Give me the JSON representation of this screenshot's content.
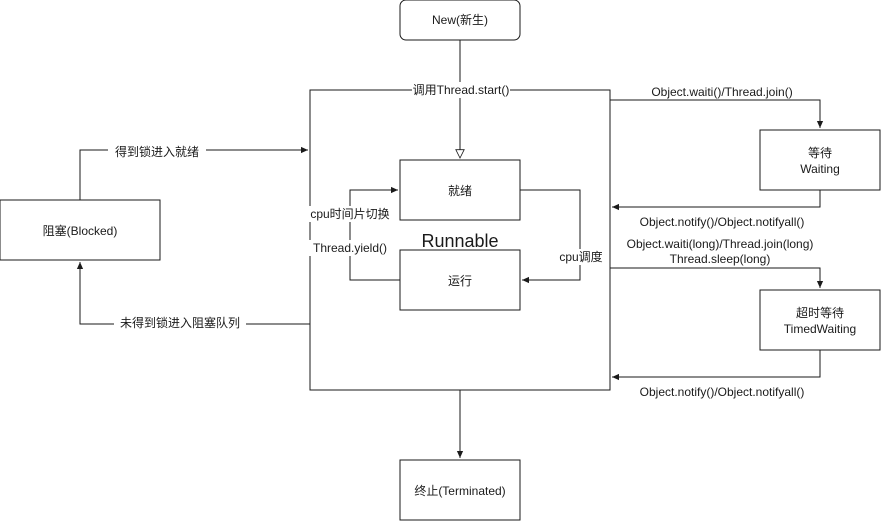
{
  "diagram": {
    "nodes": {
      "new": "New(新生)",
      "ready": "就绪",
      "running": "运行",
      "blocked": "阻塞(Blocked)",
      "waiting_line1": "等待",
      "waiting_line2": "Waiting",
      "timed_line1": "超时等待",
      "timed_line2": "TimedWaiting",
      "terminated": "终止(Terminated)",
      "runnable": "Runnable"
    },
    "edges": {
      "start": "调用Thread.start()",
      "get_lock": "得到锁进入就绪",
      "no_lock": "未得到锁进入阻塞队列",
      "time_slice": "cpu时间片切换",
      "yield": "Thread.yield()",
      "schedule": "cpu调度",
      "wait_join": "Object.waiti()/Thread.join()",
      "notify1": "Object.notify()/Object.notifyall()",
      "wait_long_line1": "Object.waiti(long)/Thread.join(long)",
      "wait_long_line2": "Thread.sleep(long)",
      "notify2": "Object.notify()/Object.notifyall()"
    },
    "colors": {
      "stroke": "#1a1a1a",
      "fill": "#ffffff",
      "text": "#1a1a1a"
    }
  }
}
